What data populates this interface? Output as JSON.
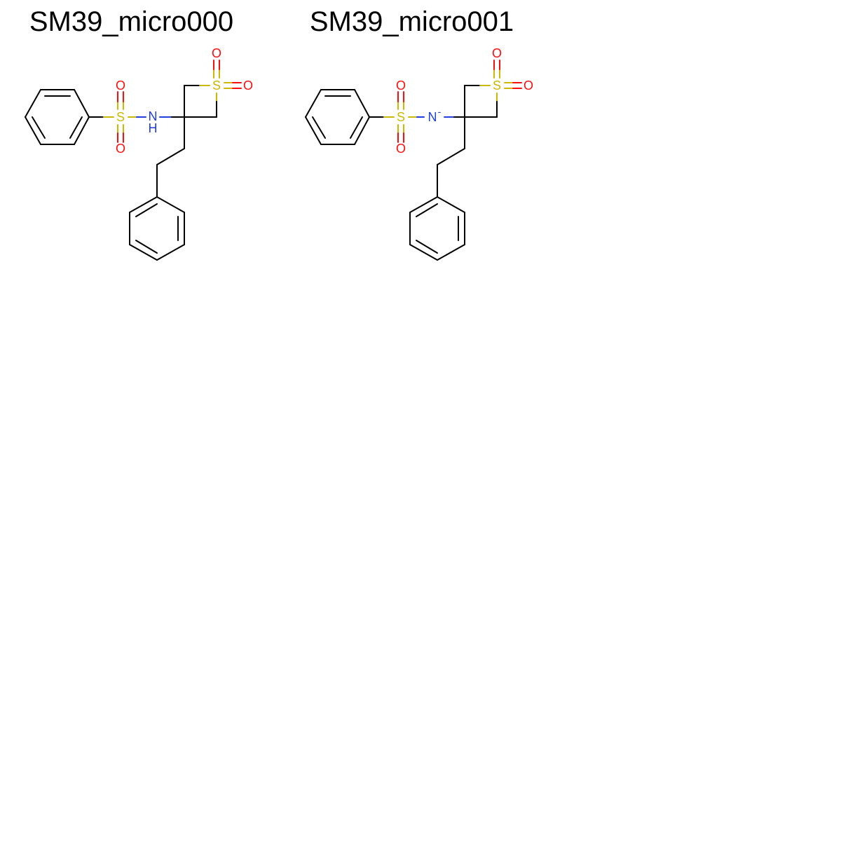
{
  "colors": {
    "background": "#ffffff",
    "carbon_bond": "#000000",
    "sulfur": "#ccb800",
    "oxygen": "#ff0d0d",
    "nitrogen": "#1f3fe0"
  },
  "molecules": [
    {
      "name": "SM39_micro000",
      "atom_labels": {
        "s_sulfonyl": "S",
        "o_upper": "O",
        "o_lower": "O",
        "n": "N",
        "nh_h": "H",
        "s_ring": "S",
        "o_ring_top": "O",
        "o_ring_right": "O"
      }
    },
    {
      "name": "SM39_micro001",
      "atom_labels": {
        "s_sulfonyl": "S",
        "o_upper": "O",
        "o_lower": "O",
        "n": "N",
        "n_charge": "-",
        "s_ring": "S",
        "o_ring_top": "O",
        "o_ring_right": "O"
      }
    }
  ]
}
